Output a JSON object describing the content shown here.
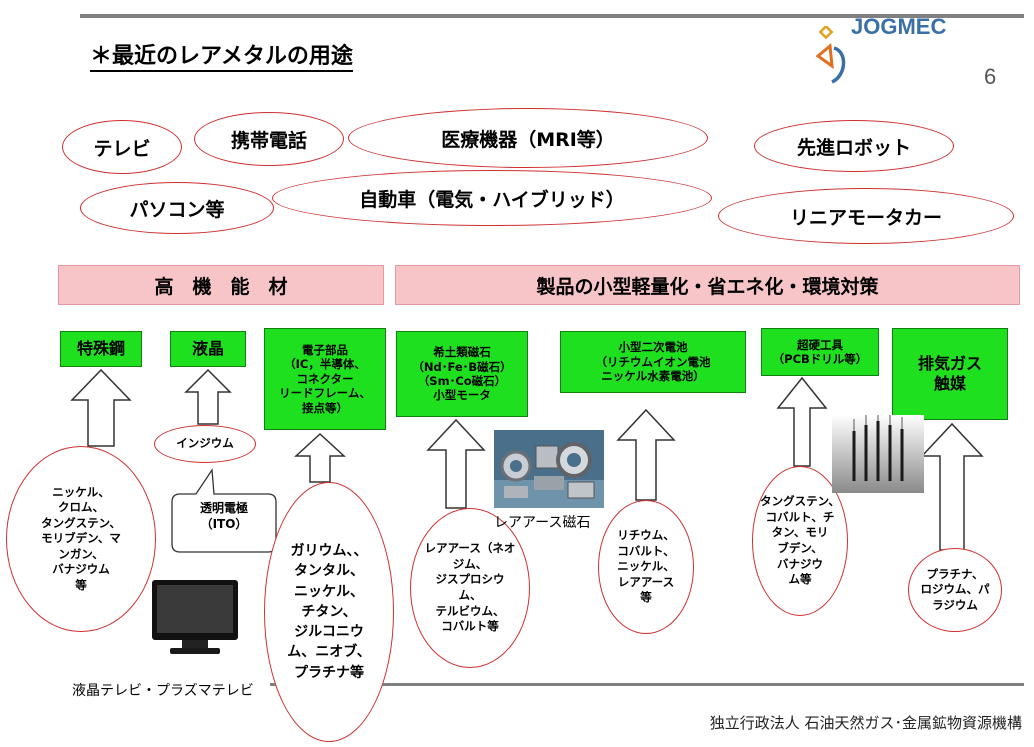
{
  "header": {
    "title": "＊最近のレアメタルの用途",
    "page_number": "6",
    "logo_text": "JOGMEC"
  },
  "uses": {
    "tv": "テレビ",
    "mobile": "携帯電話",
    "medical": "医療機器（MRI等）",
    "robot": "先進ロボット",
    "pc": "パソコン等",
    "car": "自動車（電気・ハイブリッド）",
    "linear": "リニアモータカー"
  },
  "categories": {
    "high_function": "高　機　能　材",
    "downsizing": "製品の小型軽量化・省エネ化・環境対策"
  },
  "products": {
    "steel": "特殊鋼",
    "lcd": "液晶",
    "electronics": "電子部品\n（IC，半導体、\nコネクター\nリードフレーム、\n接点等）",
    "magnet": "希土類磁石\n（Nd･Fe･B磁石）\n（Sm･Co磁石）\n小型モータ",
    "battery": "小型二次電池\n（リチウムイオン電池\nニッケル水素電池）",
    "tool": "超硬工具\n（PCBドリル等）",
    "catalyst": "排気ガス\n触媒"
  },
  "metals": {
    "steel": "ニッケル、\nクロム、\nタングステン、\nモリブデン、マ\nンガン、\nバナジウム\n等",
    "lcd": "インジウム",
    "electronics": "ガリウム、、\nタンタル、\nニッケル、\nチタン、\nジルコニウ\nム、ニオブ、\nプラチナ等",
    "magnet": "レアアース（ネオ\nジム、\nジスプロシウ\nム、\nテルビウム、\nコバルト等",
    "battery": "リチウム、\nコバルト、\nニッケル、\nレアアース\n等",
    "tool": "タングステン、\nコバルト、チ\nタン、モリ\nブデン、\nバナジウ\nム等",
    "catalyst": "プラチナ、\nロジウム、パ\nラジウム"
  },
  "callouts": {
    "ito": "透明電極\n（ITO）",
    "magnet_caption": "レアアース磁石",
    "tv_caption": "液晶テレビ・プラズマテレビ"
  },
  "footer": {
    "org": "独立行政法人 石油天然ガス･金属鉱物資源機構"
  },
  "colors": {
    "accent_green": "#1fe01f",
    "category_pink": "#f7c4c8",
    "ellipse_red": "#d03030",
    "logo_blue": "#3a6fa8"
  }
}
